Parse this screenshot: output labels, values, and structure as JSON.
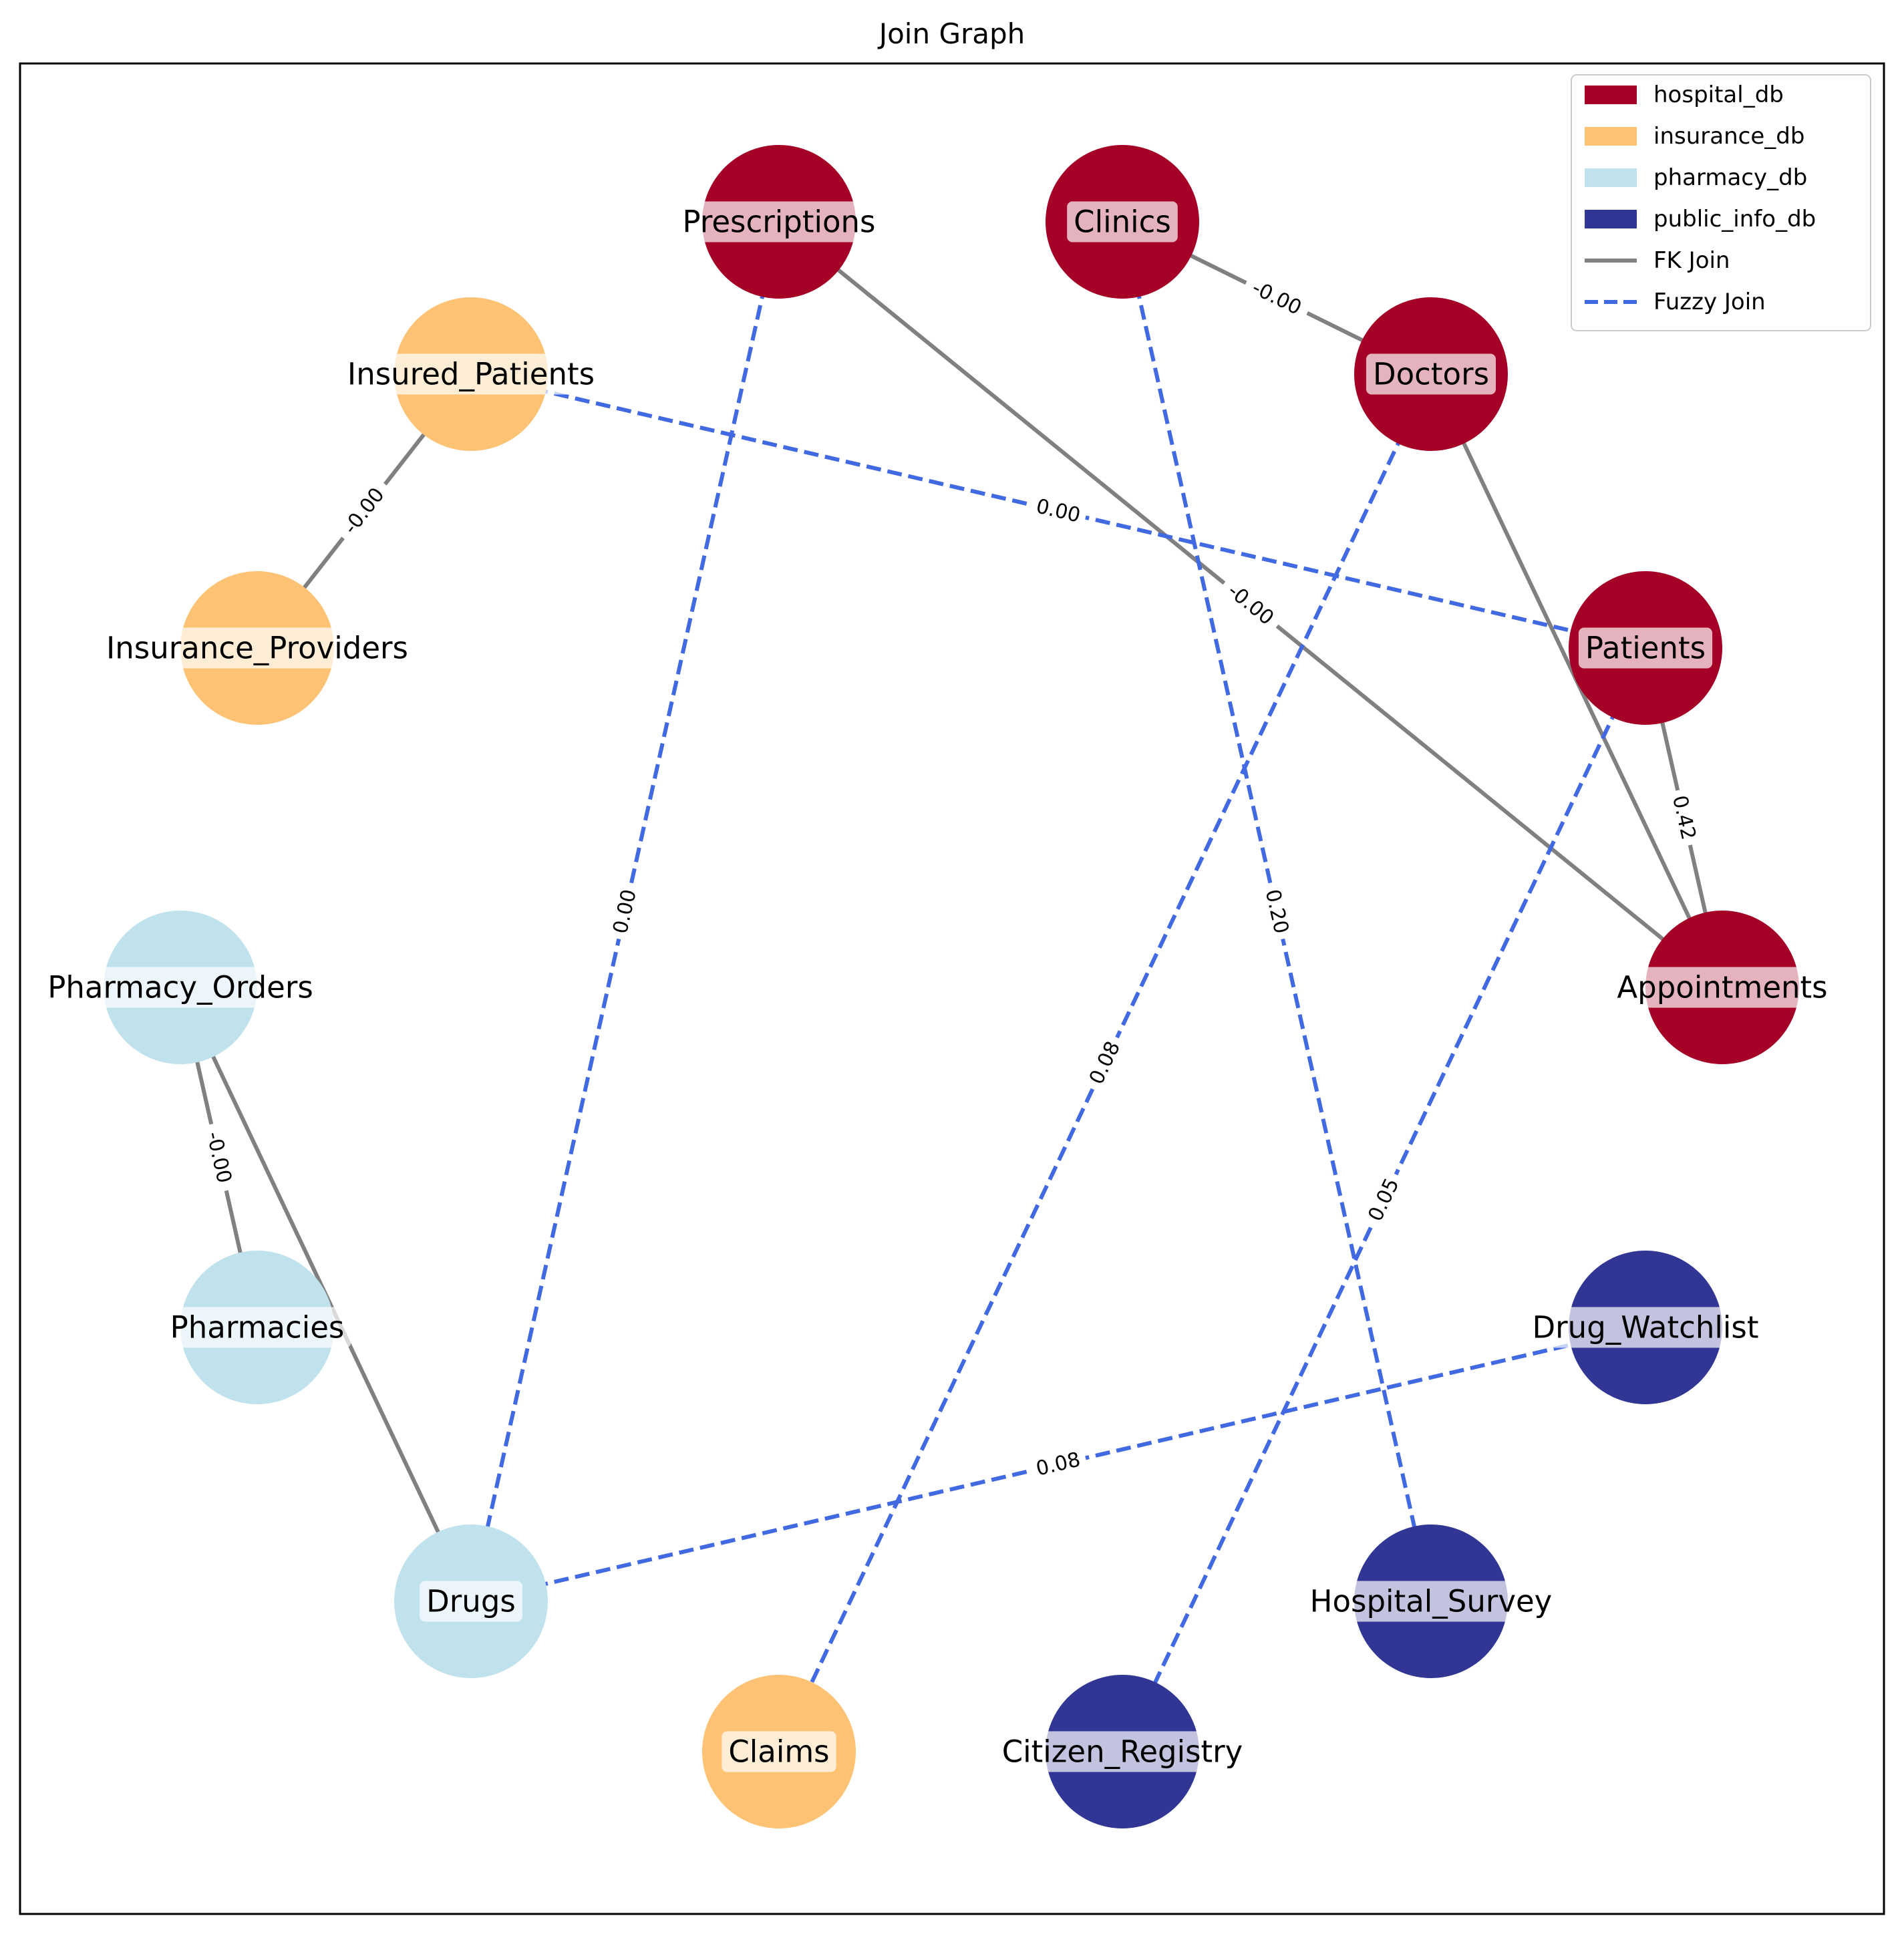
{
  "title": "Join Graph",
  "databases": [
    {
      "id": "hospital_db",
      "name": "hospital_db",
      "color": "#a50026"
    },
    {
      "id": "insurance_db",
      "name": "insurance_db",
      "color": "#fdc273"
    },
    {
      "id": "pharmacy_db",
      "name": "pharmacy_db",
      "color": "#bfe2ed"
    },
    {
      "id": "public_info_db",
      "name": "public_info_db",
      "color": "#313695"
    }
  ],
  "edge_styles": {
    "fk": {
      "label": "FK Join",
      "color": "#808080"
    },
    "fuzzy": {
      "label": "Fuzzy Join",
      "color": "#4169e1"
    }
  },
  "nodes": [
    {
      "id": "Prescriptions",
      "label": "Prescriptions",
      "db": "hospital_db"
    },
    {
      "id": "Clinics",
      "label": "Clinics",
      "db": "hospital_db"
    },
    {
      "id": "Doctors",
      "label": "Doctors",
      "db": "hospital_db"
    },
    {
      "id": "Patients",
      "label": "Patients",
      "db": "hospital_db"
    },
    {
      "id": "Appointments",
      "label": "Appointments",
      "db": "hospital_db"
    },
    {
      "id": "Insured_Patients",
      "label": "Insured_Patients",
      "db": "insurance_db"
    },
    {
      "id": "Insurance_Providers",
      "label": "Insurance_Providers",
      "db": "insurance_db"
    },
    {
      "id": "Claims",
      "label": "Claims",
      "db": "insurance_db"
    },
    {
      "id": "Pharmacy_Orders",
      "label": "Pharmacy_Orders",
      "db": "pharmacy_db"
    },
    {
      "id": "Pharmacies",
      "label": "Pharmacies",
      "db": "pharmacy_db"
    },
    {
      "id": "Drugs",
      "label": "Drugs",
      "db": "pharmacy_db"
    },
    {
      "id": "Drug_Watchlist",
      "label": "Drug_Watchlist",
      "db": "public_info_db"
    },
    {
      "id": "Hospital_Survey",
      "label": "Hospital_Survey",
      "db": "public_info_db"
    },
    {
      "id": "Citizen_Registry",
      "label": "Citizen_Registry",
      "db": "public_info_db"
    }
  ],
  "edges": [
    {
      "source": "Clinics",
      "target": "Doctors",
      "type": "fk",
      "label": "-0.00"
    },
    {
      "source": "Insured_Patients",
      "target": "Insurance_Providers",
      "type": "fk",
      "label": "-0.00"
    },
    {
      "source": "Prescriptions",
      "target": "Appointments",
      "type": "fk",
      "label": "-0.00"
    },
    {
      "source": "Doctors",
      "target": "Appointments",
      "type": "fk",
      "label": ""
    },
    {
      "source": "Patients",
      "target": "Appointments",
      "type": "fk",
      "label": "0.42"
    },
    {
      "source": "Pharmacy_Orders",
      "target": "Pharmacies",
      "type": "fk",
      "label": "-0.00"
    },
    {
      "source": "Pharmacy_Orders",
      "target": "Drugs",
      "type": "fk",
      "label": ""
    },
    {
      "source": "Insured_Patients",
      "target": "Patients",
      "type": "fuzzy",
      "label": "0.00"
    },
    {
      "source": "Prescriptions",
      "target": "Drugs",
      "type": "fuzzy",
      "label": "0.00"
    },
    {
      "source": "Clinics",
      "target": "Hospital_Survey",
      "type": "fuzzy",
      "label": "0.20"
    },
    {
      "source": "Doctors",
      "target": "Claims",
      "type": "fuzzy",
      "label": "0.08"
    },
    {
      "source": "Patients",
      "target": "Citizen_Registry",
      "type": "fuzzy",
      "label": "0.05"
    },
    {
      "source": "Drugs",
      "target": "Drug_Watchlist",
      "type": "fuzzy",
      "label": "0.08"
    }
  ]
}
